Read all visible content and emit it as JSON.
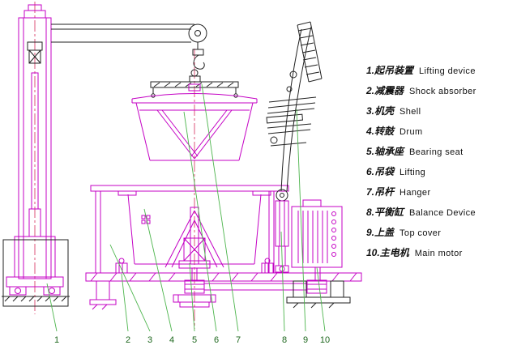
{
  "legend": {
    "items": [
      {
        "num": "1.",
        "zh": "起吊装置",
        "en": "Lifting device"
      },
      {
        "num": "2.",
        "zh": "减震器",
        "en": "Shock absorber"
      },
      {
        "num": "3.",
        "zh": "机壳",
        "en": "Shell"
      },
      {
        "num": "4.",
        "zh": "转鼓",
        "en": "Drum"
      },
      {
        "num": "5.",
        "zh": "轴承座",
        "en": "Bearing seat"
      },
      {
        "num": "6.",
        "zh": "吊袋",
        "en": "Lifting"
      },
      {
        "num": "7.",
        "zh": "吊杆",
        "en": "Hanger"
      },
      {
        "num": "8.",
        "zh": "平衡缸",
        "en": "Balance Device"
      },
      {
        "num": "9.",
        "zh": "上盖",
        "en": "Top cover"
      },
      {
        "num": "10.",
        "zh": "主电机",
        "en": "Main motor"
      }
    ]
  },
  "callouts": {
    "labels": [
      "1",
      "2",
      "3",
      "4",
      "5",
      "6",
      "7",
      "8",
      "9",
      "10"
    ]
  },
  "colors": {
    "magenta": "#c400c4",
    "ink": "#222222",
    "leader": "#4db54d",
    "callout_text": "#1c661c",
    "centerline": "#d42a5a"
  }
}
